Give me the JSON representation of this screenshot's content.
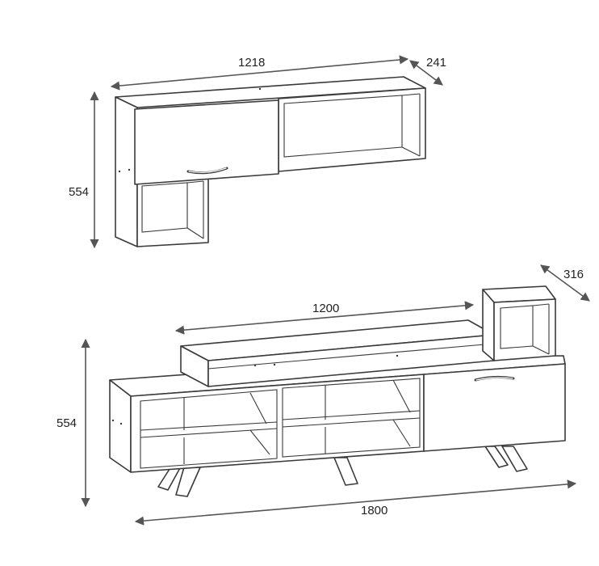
{
  "wall_unit": {
    "width_label": "1218",
    "depth_label": "241",
    "height_label": "554"
  },
  "tv_unit": {
    "top_shelf_width_label": "1200",
    "side_depth_label": "316",
    "height_label": "554",
    "total_width_label": "1800"
  },
  "colors": {
    "line": "#3a3a3a",
    "dimension": "#555555",
    "background": "#ffffff"
  }
}
